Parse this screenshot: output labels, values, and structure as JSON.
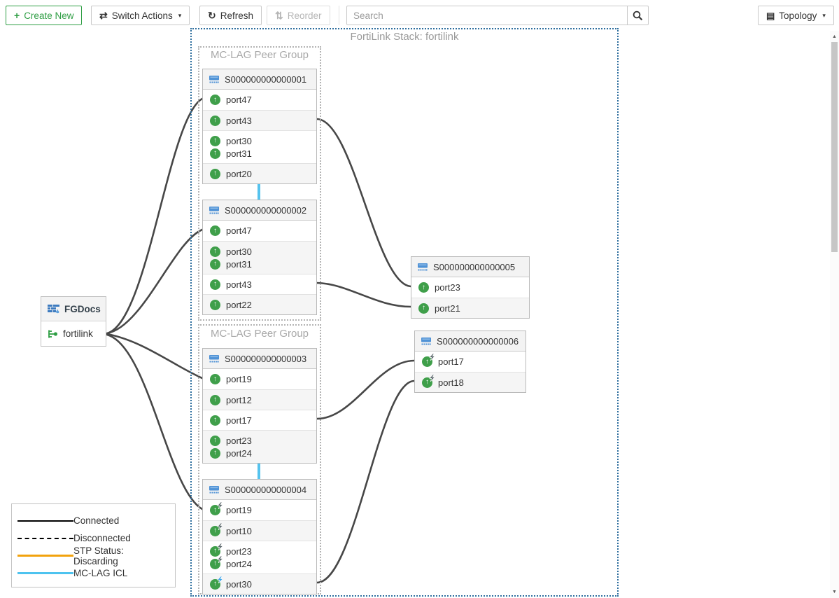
{
  "toolbar": {
    "create_new_label": "Create New",
    "switch_actions_label": "Switch Actions",
    "refresh_label": "Refresh",
    "reorder_label": "Reorder",
    "search_placeholder": "Search",
    "topology_label": "Topology"
  },
  "diagram": {
    "stack_title": "FortiLink Stack: fortilink",
    "groups": [
      {
        "label": "MC-LAG Peer Group"
      },
      {
        "label": "MC-LAG Peer Group"
      }
    ]
  },
  "fortigate": {
    "name": "FGDocs",
    "fortilink_label": "fortilink"
  },
  "switches": [
    {
      "serial": "S000000000000001",
      "rows": [
        [
          {
            "label": "port47",
            "icon": "up"
          }
        ],
        [
          {
            "label": "port43",
            "icon": "up"
          }
        ],
        [
          {
            "label": "port30",
            "icon": "up"
          },
          {
            "label": "port31",
            "icon": "up"
          }
        ],
        [
          {
            "label": "port20",
            "icon": "up"
          }
        ]
      ]
    },
    {
      "serial": "S000000000000002",
      "rows": [
        [
          {
            "label": "port47",
            "icon": "up"
          }
        ],
        [
          {
            "label": "port30",
            "icon": "up"
          },
          {
            "label": "port31",
            "icon": "up"
          }
        ],
        [
          {
            "label": "port43",
            "icon": "up"
          }
        ],
        [
          {
            "label": "port22",
            "icon": "up"
          }
        ]
      ]
    },
    {
      "serial": "S000000000000003",
      "rows": [
        [
          {
            "label": "port19",
            "icon": "up"
          }
        ],
        [
          {
            "label": "port12",
            "icon": "up"
          }
        ],
        [
          {
            "label": "port17",
            "icon": "up"
          }
        ],
        [
          {
            "label": "port23",
            "icon": "up"
          },
          {
            "label": "port24",
            "icon": "up"
          }
        ]
      ]
    },
    {
      "serial": "S000000000000004",
      "rows": [
        [
          {
            "label": "port19",
            "icon": "poe"
          }
        ],
        [
          {
            "label": "port10",
            "icon": "poe"
          }
        ],
        [
          {
            "label": "port23",
            "icon": "poe"
          },
          {
            "label": "port24",
            "icon": "poe"
          }
        ],
        [
          {
            "label": "port30",
            "icon": "poe-active"
          }
        ]
      ]
    },
    {
      "serial": "S000000000000005",
      "rows": [
        [
          {
            "label": "port23",
            "icon": "up"
          }
        ],
        [
          {
            "label": "port21",
            "icon": "up"
          }
        ]
      ]
    },
    {
      "serial": "S000000000000006",
      "rows": [
        [
          {
            "label": "port17",
            "icon": "poe"
          }
        ],
        [
          {
            "label": "port18",
            "icon": "poe"
          }
        ]
      ]
    }
  ],
  "legend": {
    "items": [
      {
        "label": "Connected",
        "style": "solid",
        "color": "#000000"
      },
      {
        "label": "Disconnected",
        "style": "dashed",
        "color": "#000000"
      },
      {
        "label": "STP Status: Discarding",
        "style": "solid",
        "color": "#f2a20d"
      },
      {
        "label": "MC-LAG ICL",
        "style": "solid",
        "color": "#4ec3ef"
      }
    ]
  },
  "colors": {
    "accent_green": "#2f9e44",
    "wire": "#474747",
    "icl": "#55c3ee",
    "stack_border": "#2e6e9e",
    "port_green": "#3f9f4a",
    "switch_icon_blue": "#4f92d6"
  }
}
